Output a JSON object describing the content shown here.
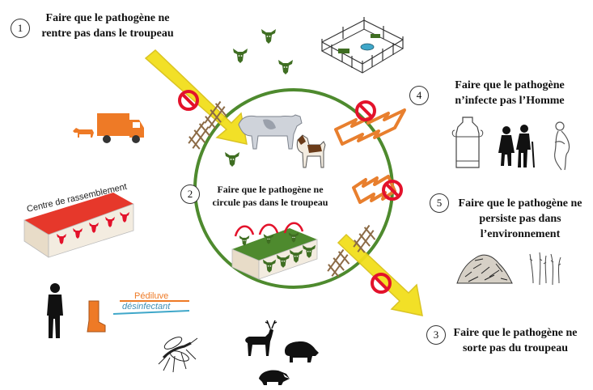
{
  "steps": [
    {
      "number": "1",
      "line1": "Faire que le pathogène ne",
      "line2": "rentre pas dans le troupeau"
    },
    {
      "number": "2",
      "line1": "Faire que le pathogène ne",
      "line2": "circule pas dans le troupeau"
    },
    {
      "number": "3",
      "line1": "Faire que le pathogène ne",
      "line2": "sorte pas du troupeau"
    },
    {
      "number": "4",
      "line1": "Faire que le pathogène",
      "line2": "n’infecte pas l’Homme"
    },
    {
      "number": "5",
      "line1": "Faire que le pathogène ne",
      "line2": "persiste pas dans",
      "line3": "l’environnement"
    }
  ],
  "labels": {
    "gathering_center": "Centre de rassemblement",
    "footbath": "Pédiluve",
    "disinfectant": "désinfectant"
  },
  "colors": {
    "herd_circle": "#4e8a2e",
    "entry_arrow": "#f2df1c",
    "exit_arrow": "#f2df1c",
    "human_arrow": "#e87f2e",
    "prohibition": "#e3122b",
    "animal_icons": "#3f6e22",
    "truck": "#ee7a26",
    "barn_roof": "#e6382b",
    "barn2_roof": "#4e8a2e"
  },
  "icons": [
    "prohibition-icon",
    "fence-icon",
    "cow-head-icon",
    "pasture-icon",
    "truck-icon",
    "calf-icon",
    "cow-icon",
    "dog-icon",
    "barn-icon",
    "milk-can-icon",
    "elderly-couple-icon",
    "pregnant-woman-icon",
    "manure-heap-icon",
    "grass-icon",
    "person-icon",
    "boot-icon",
    "mosquito-icon",
    "deer-icon",
    "boar-icon",
    "badger-icon"
  ]
}
